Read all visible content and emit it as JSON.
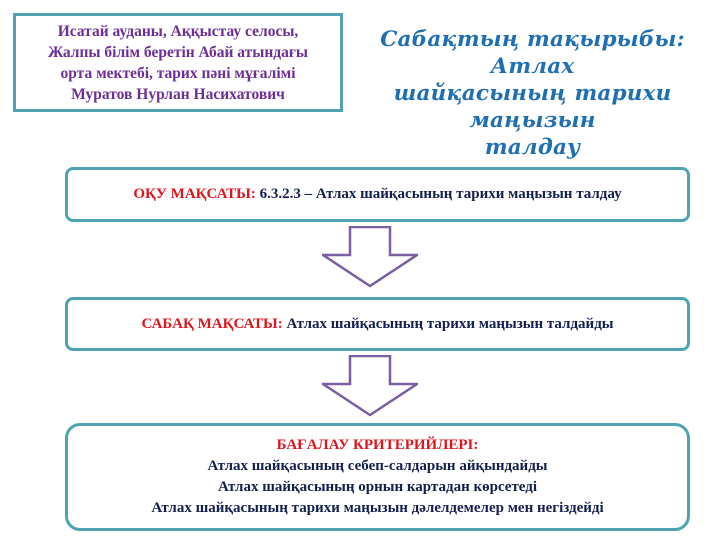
{
  "author": {
    "lines": [
      "Исатай ауданы, Аққыстау селосы,",
      "Жалпы білім беретін Абай атындағы",
      "орта мектебі, тарих пәні мұғалімі",
      "Муратов Нурлан Насихатович"
    ]
  },
  "title": {
    "lines": [
      "Сабақтың тақырыбы:  Атлах",
      "шайқасының тарихи маңызын",
      "талдау"
    ]
  },
  "learning_goal": {
    "label": "ОҚУ МАҚСАТЫ:",
    "text": " 6.3.2.3 – Атлах шайқасының тарихи маңызын талдау"
  },
  "lesson_goal": {
    "label": "САБАҚ МАҚСАТЫ:",
    "text": " Атлах шайқасының тарихи маңызын талдайды"
  },
  "assessment": {
    "label": "БАҒАЛАУ КРИТЕРИЙЛЕРІ:",
    "items": [
      "Атлах шайқасының себеп-салдарын айқындайды",
      "Атлах шайқасының орнын картадан көрсетеді",
      "Атлах шайқасының тарихи маңызын дәлелдемелер мен негіздейді"
    ]
  },
  "colors": {
    "border": "#4fa3b3",
    "author_text": "#6b2f96",
    "title_text": "#1f6fb2",
    "label_red": "#e0141d",
    "body_text": "#13204f",
    "arrow": "#7a5fa3"
  }
}
